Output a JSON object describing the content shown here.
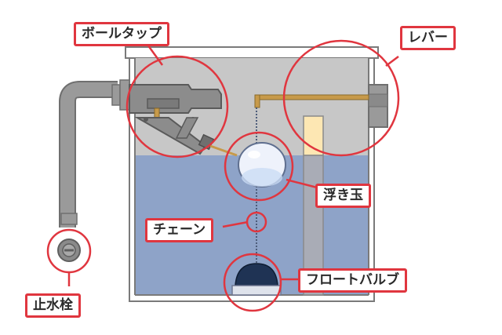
{
  "labels": {
    "ball_tap": "ボールタップ",
    "lever": "レバー",
    "float": "浮き玉",
    "chain": "チェーン",
    "flot_valve": "フロートバルブ",
    "stop_valve": "止水栓"
  },
  "colors": {
    "accent_red": "#e0363f",
    "tank_outline": "#7a7a7a",
    "water": "#8ea3c8",
    "air": "#c7c7c7",
    "pipe": "#8a8a8a",
    "brass": "#c79a4a",
    "valve_dark": "#1f3354"
  }
}
